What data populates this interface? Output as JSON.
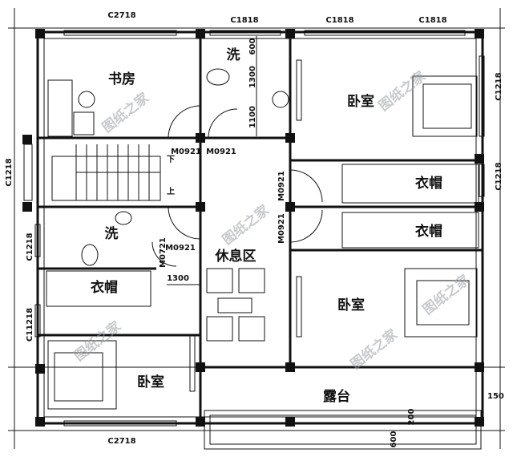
{
  "rooms": {
    "study": "书房",
    "wash_top": "洗",
    "bedroom_tr": "卧室",
    "wardrobe_r1": "衣帽",
    "wardrobe_r2": "衣帽",
    "wash_left": "洗",
    "wardrobe_left": "衣帽",
    "lounge": "休息区",
    "bedroom_mr": "卧室",
    "bedroom_bl": "卧室",
    "terrace": "露台",
    "stair_down": "下",
    "stair_up": "上"
  },
  "dimensions": {
    "top_left": "C2718",
    "top_mid": "C1818",
    "top_r1": "C1818",
    "top_r2": "C1818",
    "bottom_left": "C2718",
    "right_1": "C1218",
    "right_2": "C1218",
    "left_1": "C1218",
    "left_2": "C1218",
    "left_3": "C11218",
    "door_1": "M0921",
    "door_2": "M0921",
    "door_3": "M0921",
    "door_4": "M0921",
    "door_5": "M0721",
    "door_6": "M0921",
    "wash_600": "600",
    "wash_1300": "1300",
    "wash_1100": "1100",
    "dim_1300": "1300",
    "dim_150": "150",
    "dim_200": "200",
    "dim_600": "600"
  },
  "watermark": "图纸之家"
}
